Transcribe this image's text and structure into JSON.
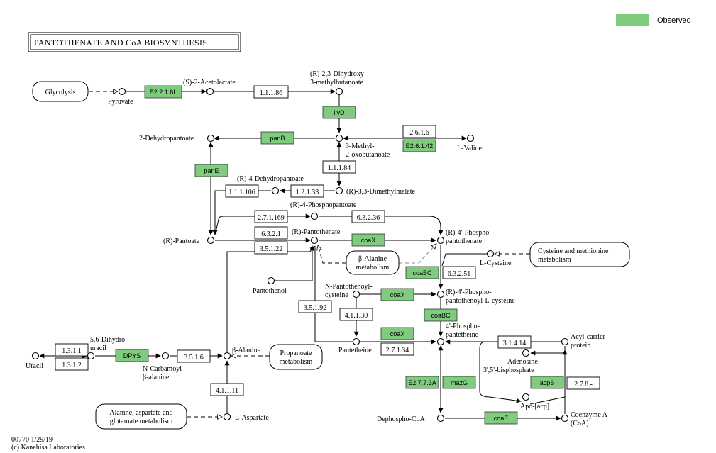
{
  "title": "PANTOTHENATE  AND  CoA  BIOSYNTHESIS",
  "legend": {
    "label": "Observed",
    "color": "#7fcc7f"
  },
  "footer": {
    "line1": "00770 1/29/19",
    "line2": "(c) Kanehisa Laboratories"
  },
  "maps": {
    "glycolysis": "Glycolysis",
    "balanine_1": "β-Alanine",
    "balanine_2": "metabolism",
    "cys_1": "Cysteine and methionine",
    "cys_2": "metabolism",
    "prop_1": "Propanoate",
    "prop_2": "metabolism",
    "ala_1": "Alanine, aspartate and",
    "ala_2": "glutamate metabolism"
  },
  "compounds": {
    "pyruvate": "Pyruvate",
    "acetolactate": "(S)-2-Acetolactate",
    "dihydroxy_1": "(R)-2,3-Dihydroxy-",
    "dihydroxy_2": "3-methylbutanoate",
    "methyl_1": "3-Methyl-",
    "methyl_2": "2-oxobutanoate",
    "valine": "L-Valine",
    "dehydropantoate": "2-Dehydropantoate",
    "r4dehydro": "(R)-4-Dehydropantoate",
    "dimethylmalate": "(R)-3,3-Dimethylmalate",
    "r4phospho": "(R)-4-Phosphopantoate",
    "pantoate": "(R)-Pantoate",
    "pantothenate": "(R)-Pantothenate",
    "ppanto_1": "(R)-4'-Phospho-",
    "ppanto_2": "pantothenate",
    "lcysteine": "L-Cysteine",
    "pantothenol": "Pantothenol",
    "npanto_1": "N-Pantothenoyl-",
    "npanto_2": "cysteine",
    "ppcys_1": "(R)-4'-Phospho-",
    "ppcys_2": "pantothenoyl-L-cysteine",
    "pantetheine": "Pantetheine",
    "ppant_1": "4'-Phospho-",
    "ppant_2": "pantetheine",
    "acp_1": "Acyl-carrier",
    "acp_2": "protein",
    "adenosine_1": "Adenosine",
    "adenosine_2": "3',5'-bisphosphate",
    "apoacp": "Apo-[acp]",
    "dephospho": "Dephospho-CoA",
    "coa_1": "Coenzyme A",
    "coa_2": "(CoA)",
    "uracil": "Uracil",
    "dihydrouracil_1": "5,6-Dihydro-",
    "dihydrouracil_2": "uracil",
    "ncarb_1": "N-Carbamoyl-",
    "ncarb_2": "β-alanine",
    "balanine": "β-Alanine",
    "aspartate": "L-Aspartate"
  },
  "enzymes": {
    "e2216l": "E2.2.1.6L",
    "ec11186": "1.1.1.86",
    "ilvd": "ilvD",
    "panb": "panB",
    "ec2616": "2.6.1.6",
    "e26142": "E2.6.1.42",
    "pane": "panE",
    "ec11184": "1.1.1.84",
    "ec111106": "1.1.1.106",
    "ec12133": "1.2.1.33",
    "ec271169": "2.7.1.169",
    "ec63236": "6.3.2.36",
    "ec6321": "6.3.2.1",
    "coax1": "coaX",
    "ec35122": "3.5.1.22",
    "coabc1": "coaBC",
    "ec63251": "6.3.2.51",
    "coax2": "coaX",
    "ec35192": "3.5.1.92",
    "ec41130": "4.1.1.30",
    "coabc2": "coaBC",
    "coax3": "coaX",
    "ec27134": "2.7.1.34",
    "ec31414": "3.1.4.14",
    "ec1311": "1.3.1.1",
    "ec1312": "1.3.1.2",
    "dpys": "DPYS",
    "ec3516": "3.5.1.6",
    "ec41111": "4.1.1.11",
    "e2773a": "E2.7.7.3A",
    "mazg": "mazG",
    "acps": "acpS",
    "ec278": "2.7.8.-",
    "coae": "coaE"
  }
}
